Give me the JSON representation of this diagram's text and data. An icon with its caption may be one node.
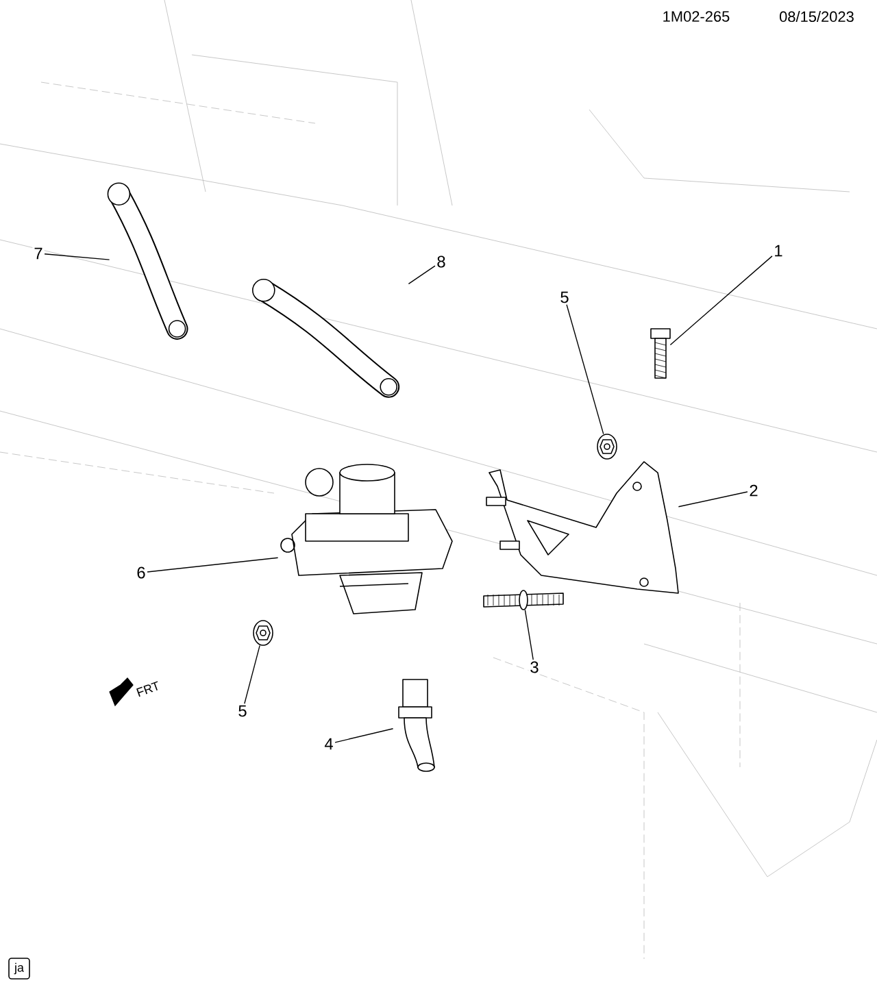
{
  "diagram": {
    "nodes": [
      {
        "text": [
          "1"
        ]
      },
      {
        "text": [],
        "shape": "picture"
      },
      {
        "text": [
          "5"
        ]
      },
      {
        "text": [],
        "shape": "picture"
      },
      {
        "text": [
          "2"
        ]
      },
      {
        "text": [],
        "shape": "picture"
      },
      {
        "text": [
          "3"
        ]
      },
      {
        "text": [],
        "shape": "picture"
      },
      {
        "text": [
          "4"
        ]
      },
      {
        "text": [],
        "shape": "picture"
      },
      {
        "text": [
          "5"
        ]
      },
      {
        "text": [],
        "shape": "picture"
      },
      {
        "text": [
          "6"
        ]
      },
      {
        "text": [],
        "shape": "picture"
      },
      {
        "text": [
          "7"
        ]
      },
      {
        "text": [],
        "shape": "picture"
      },
      {
        "text": [
          "8"
        ]
      },
      {
        "text": [],
        "shape": "picture"
      },
      {
        "text": [
          "ja"
        ]
      }
    ],
    "edges": [
      {
        "from": 0,
        "to": 1,
        "arrow": "none"
      },
      {
        "from": 2,
        "to": 3,
        "arrow": "none"
      },
      {
        "from": 4,
        "to": 5,
        "arrow": "none"
      },
      {
        "from": 6,
        "to": 7,
        "arrow": "none"
      },
      {
        "from": 8,
        "to": 9,
        "arrow": "none"
      },
      {
        "from": 10,
        "to": 11,
        "arrow": "none"
      },
      {
        "from": 12,
        "to": 13,
        "arrow": "none"
      },
      {
        "from": 14,
        "to": 15,
        "arrow": "none"
      },
      {
        "from": 16,
        "to": 17,
        "arrow": "none"
      }
    ],
    "labels": [
      "1M02-265",
      "08/15/2023",
      "FRT"
    ]
  }
}
